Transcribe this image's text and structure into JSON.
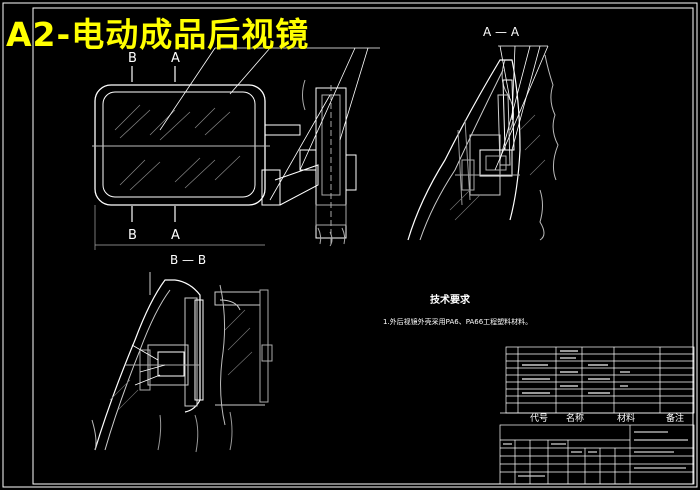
{
  "overlay_title": "A2-电动成品后视镜",
  "section_labels": {
    "aa": "A — A",
    "bb": "B — B",
    "a": "A",
    "b": "B"
  },
  "tech_requirements": {
    "heading": "技术要求",
    "item1": "1.外后视镜外壳采用PA6、PA66工程塑料材料。"
  },
  "title_block": {
    "col_code": "代号",
    "col_name": "名称",
    "col_material": "材料",
    "col_remarks": "备注"
  },
  "colors": {
    "background": "#000000",
    "outline": "#ffffff",
    "detail": "#d8d8d8",
    "title": "#ffff00",
    "frame": "#ffffff"
  }
}
